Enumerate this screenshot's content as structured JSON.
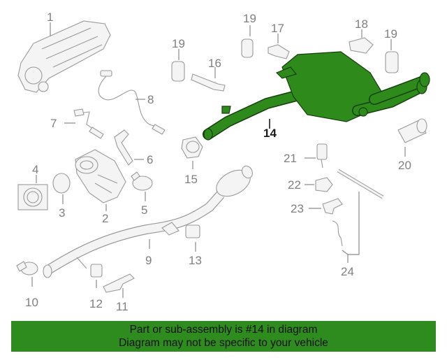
{
  "callouts": {
    "c1": "1",
    "c2": "2",
    "c3": "3",
    "c4": "4",
    "c5": "5",
    "c6": "6",
    "c7": "7",
    "c8": "8",
    "c9": "9",
    "c10": "10",
    "c11": "11",
    "c12": "12",
    "c13": "13",
    "c14": "14",
    "c15": "15",
    "c16": "16",
    "c17": "17",
    "c18": "18",
    "c19a": "19",
    "c19b": "19",
    "c20": "20",
    "c21": "21",
    "c22": "22",
    "c23": "23",
    "c24": "24"
  },
  "highlight": {
    "part_number": "14",
    "color": "#2e8b1d"
  },
  "banner": {
    "line1": "Part or sub-assembly is #14 in diagram",
    "line2": "Diagram may not be specific to your vehicle"
  }
}
